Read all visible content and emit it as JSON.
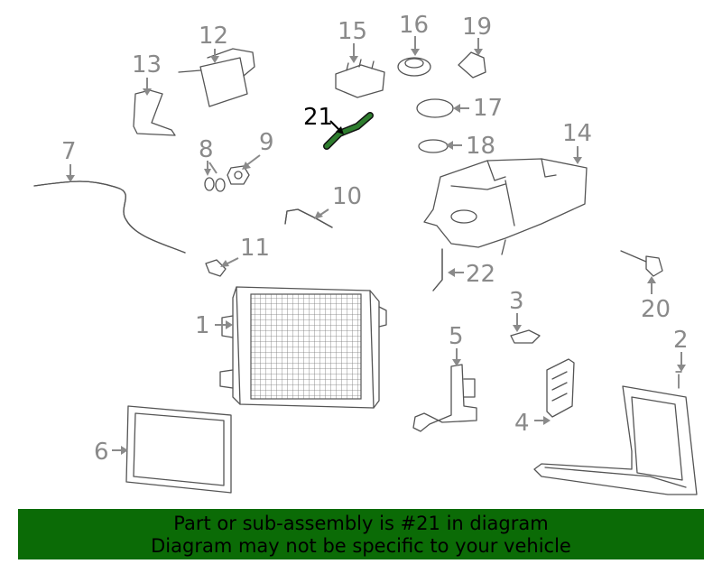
{
  "diagram": {
    "callouts": [
      "1",
      "2",
      "3",
      "4",
      "5",
      "6",
      "7",
      "8",
      "9",
      "10",
      "11",
      "12",
      "13",
      "14",
      "15",
      "16",
      "17",
      "18",
      "19",
      "20",
      "21",
      "22"
    ],
    "highlighted_callout": "21",
    "highlight_color": "#2e7d2e"
  },
  "banner": {
    "line1": "Part or sub-assembly is #21 in diagram",
    "line2": "Diagram may not be specific to your vehicle",
    "background": "#0b6b06"
  }
}
